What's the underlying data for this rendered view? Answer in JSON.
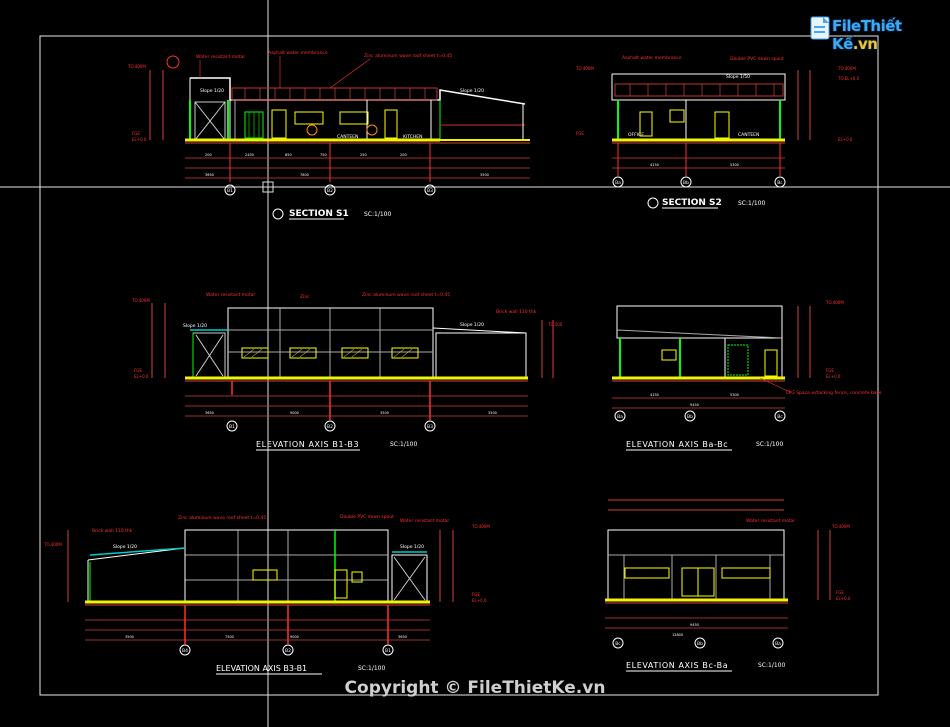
{
  "watermark": {
    "logo_text_a": "File",
    "logo_text_b": "Thiết Kế",
    "logo_text_c": ".vn"
  },
  "footer": {
    "copyright": "Copyright © FileThietKe.vn"
  },
  "drawings": {
    "section_s1": {
      "title": "SECTION S1",
      "scale": "SC:1/100",
      "notes": [
        "Water resistant motar",
        "Asphalt water membrance",
        "Zinc aluminum wave roof sheet t=0.45"
      ],
      "rooms": [
        "CANTEEN",
        "KITCHEN"
      ],
      "slope_a": "Slope 1/20",
      "slope_b": "Slope 1/20",
      "axes": [
        "B1",
        "B2",
        "B3"
      ]
    },
    "section_s2": {
      "title": "SECTION S2",
      "scale": "SC:1/100",
      "notes": [
        "Asphalt water membrance",
        "Double PVC down spout"
      ],
      "rooms": [
        "OFFICE",
        "CANTEEN"
      ],
      "slope": "Slope 1/50",
      "axes": [
        "Ba",
        "Bb",
        "Bc"
      ]
    },
    "elev_b1_b3": {
      "title": "ELEVATION AXIS B1-B3",
      "scale": "SC:1/100",
      "notes": [
        "Water resistant motar",
        "Zinc",
        "Zinc aluminum wave roof sheet t=0.45",
        "Brick wall 110 thk"
      ],
      "slope_a": "Slope 1/20",
      "slope_b": "Slope 1/20",
      "axes": [
        "B1",
        "B2",
        "B3"
      ]
    },
    "elev_ba_bc": {
      "title": "ELEVATION AXIS Ba-Bc",
      "scale": "SC:1/100",
      "notes": [
        "LPG Space w/tacking fence, concrete base"
      ],
      "axes": [
        "Ba",
        "Bb",
        "Bc"
      ]
    },
    "elev_b3_b1": {
      "title": "ELEVATION AXIS B3-B1",
      "scale": "SC:1/100",
      "notes": [
        "Brick wall 110 thk",
        "Zinc aluminum wave roof sheet t=0.45",
        "Double PVC down spout",
        "Water resistant motar"
      ],
      "slope_a": "Slope 1/20",
      "slope_b": "Slope 1/20",
      "axes": [
        "B4",
        "B2",
        "B1"
      ]
    },
    "elev_bc_ba": {
      "title": "ELEVATION AXIS Bc-Ba",
      "scale": "SC:1/100",
      "notes": [
        "Water resistant motar"
      ],
      "axes": [
        "Bc",
        "Bb",
        "Ba"
      ]
    }
  },
  "colors": {
    "background": "#000000",
    "wall": "#ffffff",
    "floor": "#f4f400",
    "dim": "#ff3030",
    "note": "#ff2020",
    "door": "#00ff00",
    "window": "#ffff00",
    "label": "#ffffff"
  }
}
